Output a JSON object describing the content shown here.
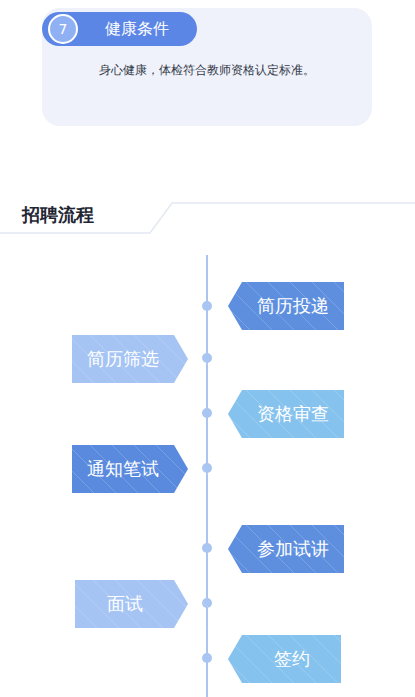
{
  "diagram": {
    "title": "招聘流程",
    "nodes": [
      {
        "text": [
          "身心健康，体检符合教师资格认定标准。"
        ]
      },
      {
        "text": [
          "7"
        ],
        "in": 0
      },
      {
        "text": [
          "健康条件"
        ],
        "in": 0
      },
      {
        "text": [
          "简历投递"
        ]
      },
      {
        "text": [
          "简历筛选"
        ]
      },
      {
        "text": [
          "资格审查"
        ]
      },
      {
        "text": [
          "通知笔试"
        ]
      },
      {
        "text": [
          "参加试讲"
        ]
      },
      {
        "text": [
          "面试"
        ]
      },
      {
        "text": [
          "签约"
        ]
      }
    ]
  }
}
